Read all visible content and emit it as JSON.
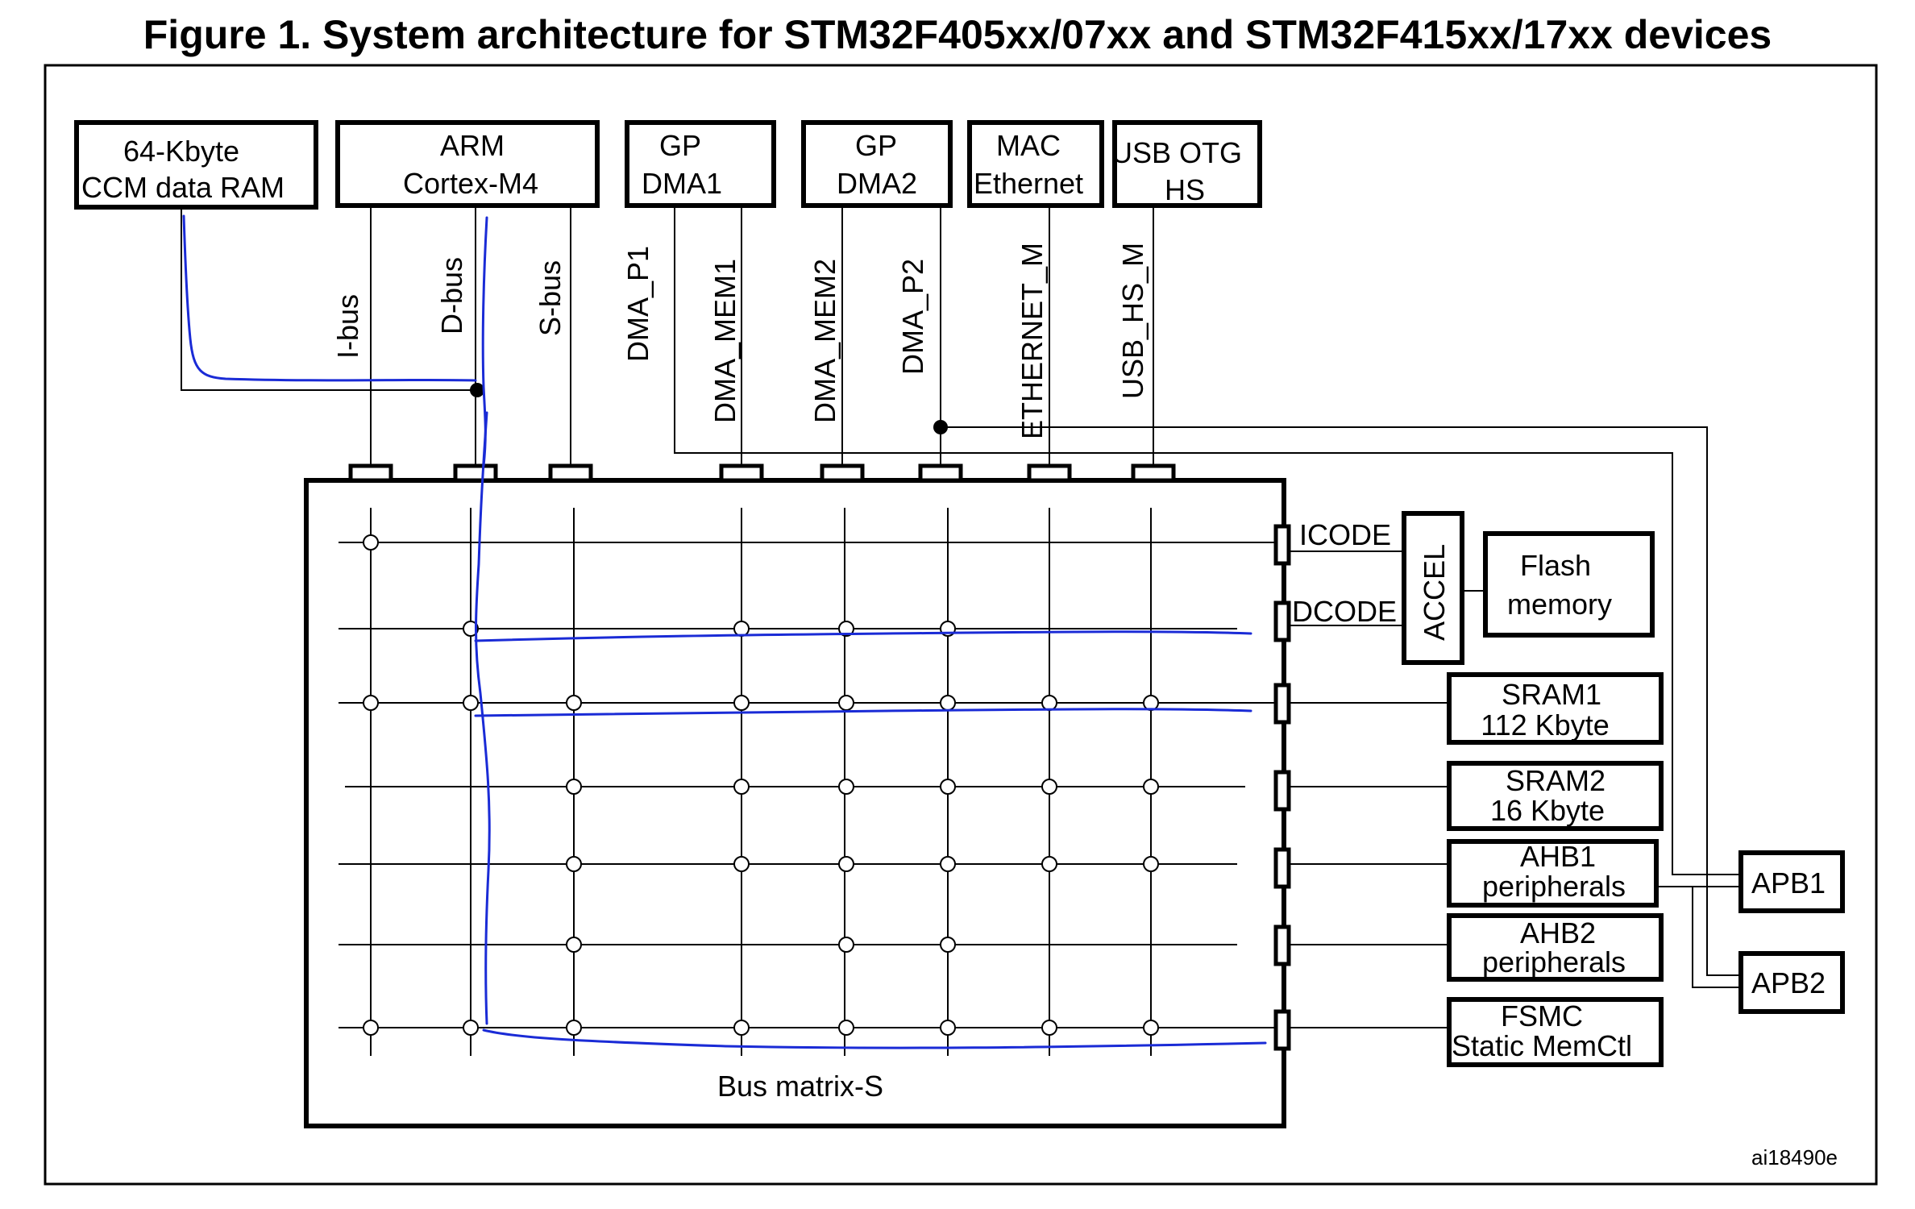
{
  "figure": {
    "title": "Figure 1. System architecture for STM32F405xx/07xx and STM32F415xx/17xx devices",
    "id": "ai18490e"
  },
  "masters": {
    "ccm_ram": [
      "64-Kbyte",
      "CCM data RAM"
    ],
    "cortex": [
      "ARM",
      "Cortex-M4"
    ],
    "dma1": [
      "GP",
      "DMA1"
    ],
    "dma2": [
      "GP",
      "DMA2"
    ],
    "mac": [
      "MAC",
      "Ethernet"
    ],
    "usb": [
      "USB OTG",
      "HS"
    ]
  },
  "buses": {
    "ibus": "I-bus",
    "dbus": "D-bus",
    "sbus": "S-bus",
    "dma_p1": "DMA_P1",
    "dma_mem1": "DMA_MEM1",
    "dma_mem2": "DMA_MEM2",
    "dma_p2": "DMA_P2",
    "ethernet_m": "ETHERNET_M",
    "usb_hs_m": "USB_HS_M"
  },
  "matrix": {
    "label": "Bus matrix-S"
  },
  "slave_ports": {
    "icode": "ICODE",
    "dcode": "DCODE"
  },
  "slaves": {
    "accel": "ACCEL",
    "flash": [
      "Flash",
      "memory"
    ],
    "sram1": [
      "SRAM1",
      "112 Kbyte"
    ],
    "sram2": [
      "SRAM2",
      "16 Kbyte"
    ],
    "ahb1": [
      "AHB1",
      "peripherals"
    ],
    "ahb2": [
      "AHB2",
      "peripherals"
    ],
    "fsmc": [
      "FSMC",
      "Static MemCtl"
    ],
    "apb1": "APB1",
    "apb2": "APB2"
  },
  "colors": {
    "line": "#000000",
    "annotation": "#1a2bd6"
  }
}
